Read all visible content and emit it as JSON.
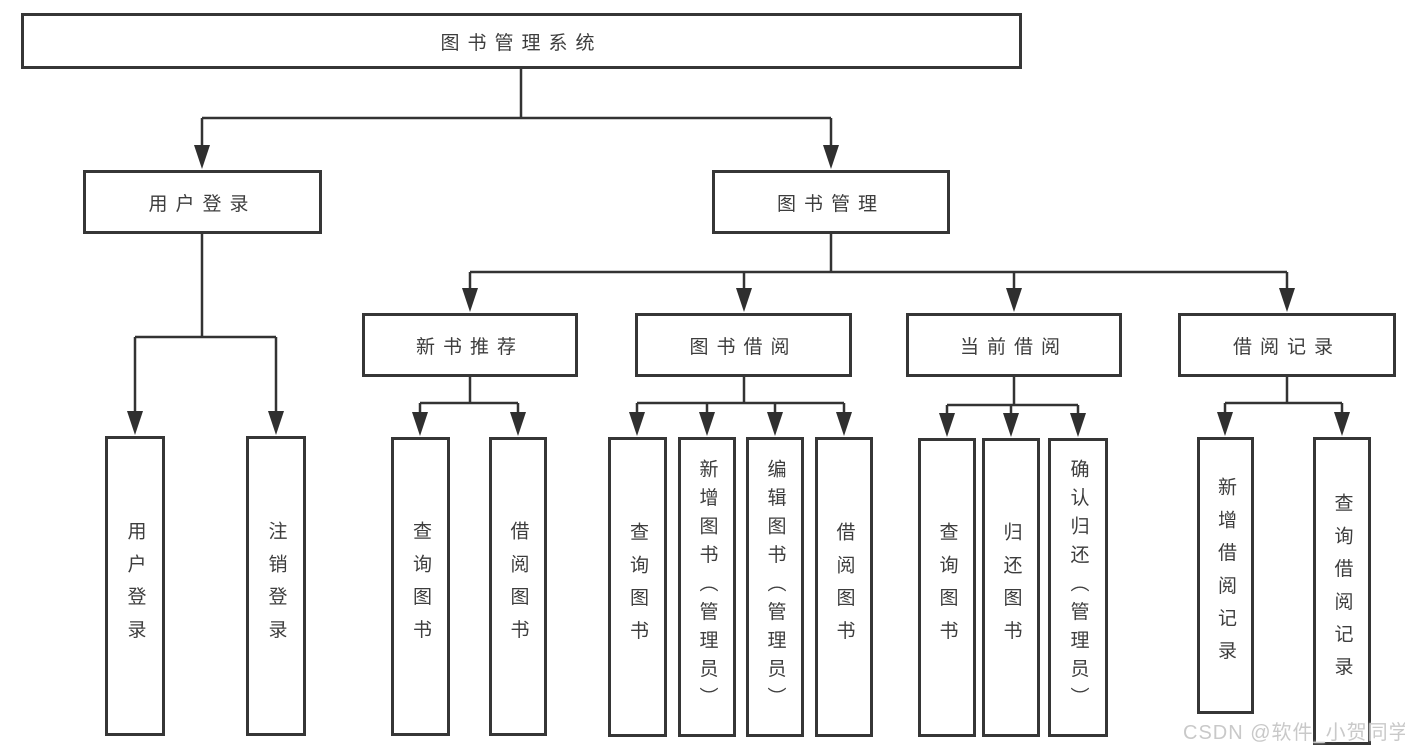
{
  "diagram_title": "图书管理系统",
  "tree": {
    "label": "图书管理系统",
    "children": [
      {
        "label": "用户登录",
        "children": [
          {
            "label": "用户登录"
          },
          {
            "label": "注销登录"
          }
        ]
      },
      {
        "label": "图书管理",
        "children": [
          {
            "label": "新书推荐",
            "children": [
              {
                "label": "查询图书"
              },
              {
                "label": "借阅图书"
              }
            ]
          },
          {
            "label": "图书借阅",
            "children": [
              {
                "label": "查询图书"
              },
              {
                "label": "新增图书（管理员）"
              },
              {
                "label": "编辑图书（管理员）"
              },
              {
                "label": "借阅图书"
              }
            ]
          },
          {
            "label": "当前借阅",
            "children": [
              {
                "label": "查询图书"
              },
              {
                "label": "归还图书"
              },
              {
                "label": "确认归还（管理员）"
              }
            ]
          },
          {
            "label": "借阅记录",
            "children": [
              {
                "label": "新增借阅记录"
              },
              {
                "label": "查询借阅记录"
              }
            ]
          }
        ]
      }
    ]
  },
  "watermark": "CSDN @软件_小贺同学",
  "colors": {
    "line": "#333333",
    "box_border": "#363636",
    "text": "#3d3d3d",
    "background": "#ffffff",
    "watermark": "#c9c9c9"
  }
}
